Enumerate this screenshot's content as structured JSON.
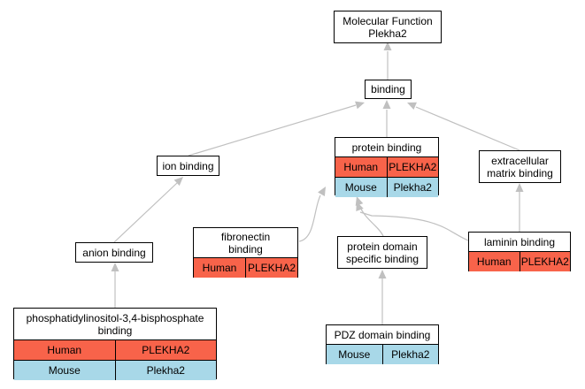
{
  "colors": {
    "human_row": "#f8634a",
    "mouse_row": "#a8d8e8",
    "edge": "#c0c0c0"
  },
  "nodes": {
    "root": {
      "title": "Molecular Function\nPlekha2"
    },
    "binding": {
      "title": "binding"
    },
    "protein": {
      "title": "protein binding",
      "rows": [
        {
          "species": "Human",
          "gene": "PLEKHA2"
        },
        {
          "species": "Mouse",
          "gene": "Plekha2"
        }
      ]
    },
    "ion": {
      "title": "ion binding"
    },
    "ecm": {
      "title": "extracellular\nmatrix binding"
    },
    "anion": {
      "title": "anion binding"
    },
    "fibronectin": {
      "title": "fibronectin\nbinding",
      "rows": [
        {
          "species": "Human",
          "gene": "PLEKHA2"
        }
      ]
    },
    "pdb": {
      "title": "protein domain\nspecific binding"
    },
    "laminin": {
      "title": "laminin binding",
      "rows": [
        {
          "species": "Human",
          "gene": "PLEKHA2"
        }
      ]
    },
    "pip": {
      "title": "phosphatidylinositol-3,4-bisphosphate\nbinding",
      "rows": [
        {
          "species": "Human",
          "gene": "PLEKHA2"
        },
        {
          "species": "Mouse",
          "gene": "Plekha2"
        }
      ]
    },
    "pdz": {
      "title": "PDZ domain binding",
      "rows": [
        {
          "species": "Mouse",
          "gene": "Plekha2"
        }
      ]
    }
  }
}
